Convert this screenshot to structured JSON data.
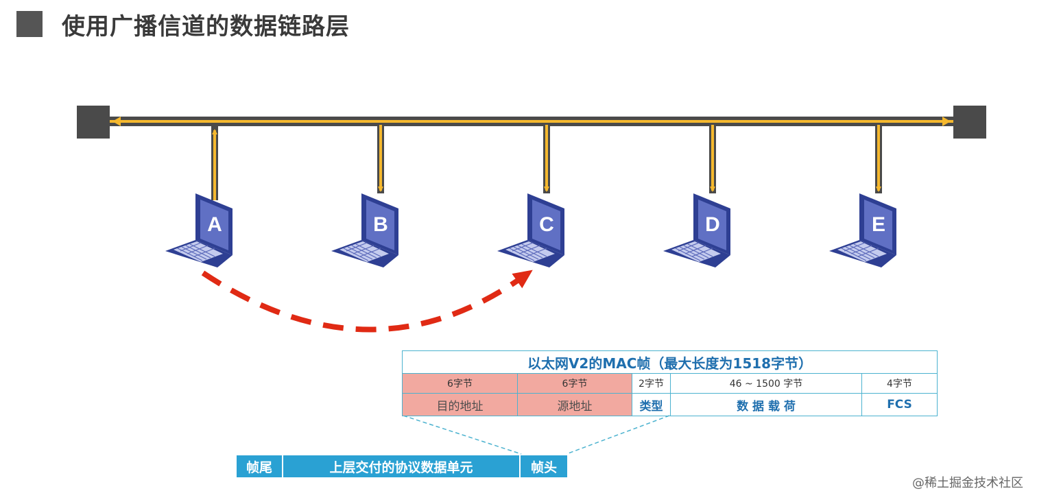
{
  "title": "使用广播信道的数据链路层",
  "hosts": [
    {
      "label": "A"
    },
    {
      "label": "B"
    },
    {
      "label": "C"
    },
    {
      "label": "D"
    },
    {
      "label": "E"
    }
  ],
  "frame": {
    "title": "以太网V2的MAC帧（最大长度为1518字节）",
    "sizes": [
      "6字节",
      "6字节",
      "2字节",
      "46 ~ 1500 字节",
      "4字节"
    ],
    "fields": [
      "目的地址",
      "源地址",
      "类型",
      "数 据 载 荷",
      "FCS"
    ]
  },
  "pdu": {
    "tail": "帧尾",
    "body": "上层交付的协议数据单元",
    "head": "帧头"
  },
  "watermark": "@稀土掘金技术社区",
  "colors": {
    "bus": "#4a4a4a",
    "signal": "#f5b82e",
    "dashed_arrow": "#e02a14",
    "frame_border": "#4bb2cf",
    "frame_text": "#1f6fae",
    "header_fill": "#f2a9a0",
    "pdu_fill": "#2aa1d3"
  }
}
